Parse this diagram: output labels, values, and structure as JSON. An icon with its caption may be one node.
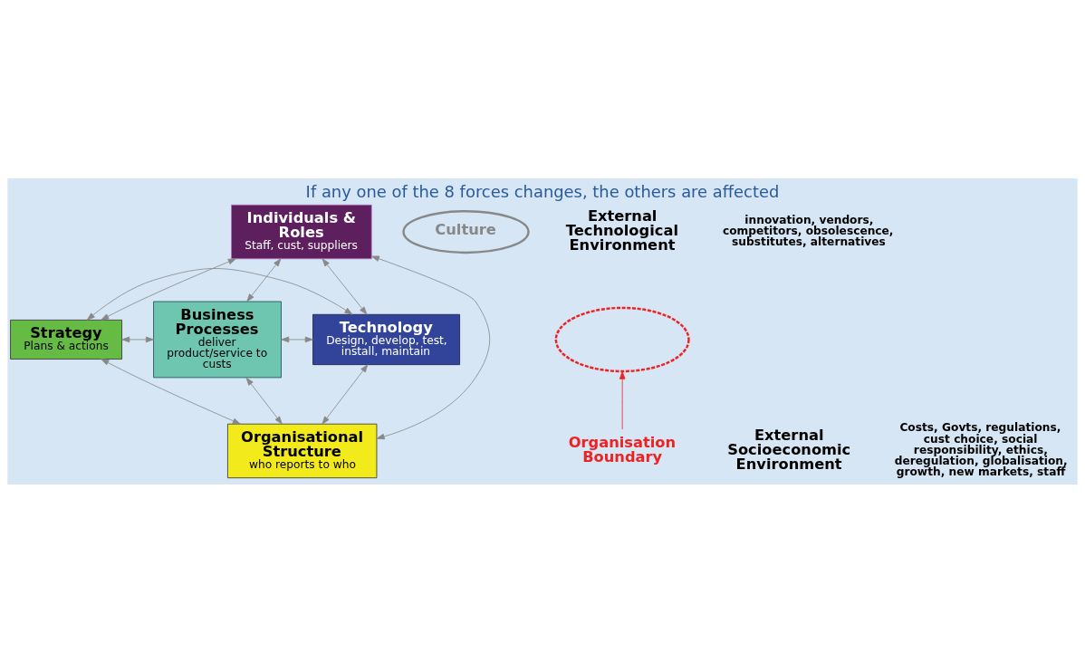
{
  "diagram": {
    "title": "If any one of the 8 forces changes, the others are affected",
    "nodes": [
      {
        "text": [
          "Individuals & Roles",
          "Staff, cust, suppliers"
        ]
      },
      {
        "text": [
          "Strategy",
          "Plans & actions"
        ]
      },
      {
        "text": [
          "Business Processes",
          "deliver product/service to custs"
        ]
      },
      {
        "text": [
          "Technology",
          "Design, develop, test, install, maintain"
        ]
      },
      {
        "text": [
          "Organisational Structure",
          "who reports to who"
        ]
      },
      {
        "text": [
          "Culture"
        ]
      },
      {
        "text": [
          "Organisation Boundary"
        ]
      },
      {
        "text": [],
        "shape": "ellipse"
      }
    ],
    "edges": [
      {
        "from": 0,
        "to": 1,
        "arrow": "both"
      },
      {
        "from": 0,
        "to": 2,
        "arrow": "both"
      },
      {
        "from": 0,
        "to": 3,
        "arrow": "both"
      },
      {
        "from": 0,
        "to": 4,
        "arrow": "both"
      },
      {
        "from": 1,
        "to": 2,
        "arrow": "both"
      },
      {
        "from": 2,
        "to": 3,
        "arrow": "both"
      },
      {
        "from": 2,
        "to": 4,
        "arrow": "both"
      },
      {
        "from": 1,
        "to": 4,
        "arrow": "both"
      },
      {
        "from": 1,
        "to": 3,
        "arrow": "both"
      },
      {
        "from": 4,
        "to": 3,
        "arrow": "both"
      },
      {
        "from": 6,
        "to": 7,
        "arrow": "to",
        "color": "#ee2222"
      }
    ],
    "labels": [
      "External Technological Environment",
      "innovation, vendors, competitors, obsolescence, substitutes, alternatives",
      "External Socioeconomic Environment",
      "Costs, Govts, regulations, cust choice, social responsibility, ethics, deregulation, globalisation, growth, new markets, staff"
    ]
  }
}
